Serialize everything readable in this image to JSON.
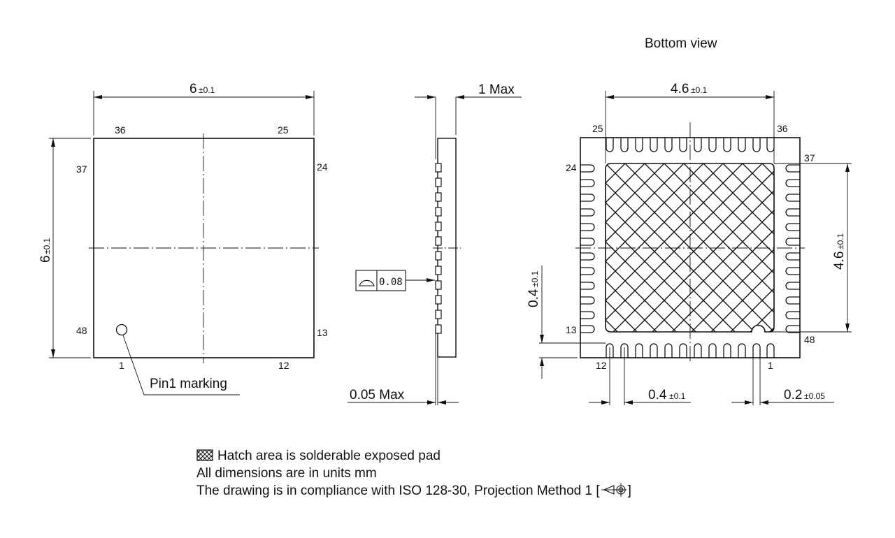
{
  "front_view": {
    "width_dim": {
      "value": "6",
      "tol": "±0.1"
    },
    "height_dim": {
      "value": "6",
      "tol": "±0.1"
    },
    "pin_labels": {
      "top_left": "36",
      "top_right": "25",
      "left_top": "37",
      "right_top": "24",
      "left_bottom": "48",
      "right_bottom": "13",
      "bottom_left": "1",
      "bottom_right": "12"
    },
    "pin1_callout": "Pin1 marking"
  },
  "side_view": {
    "thickness_dim": "1 Max",
    "standoff_dim": "0.05 Max",
    "pad_count": 12,
    "coplanarity_frame": {
      "symbol": "profile-of-surface",
      "value": "0.08"
    }
  },
  "bottom_view": {
    "title": "Bottom view",
    "width_dim": {
      "value": "4.6",
      "tol": "±0.1"
    },
    "height_dim": {
      "value": "4.6",
      "tol": "±0.1"
    },
    "pad_length_dim": {
      "value": "0.4",
      "tol": "±0.1"
    },
    "pitch_dim": {
      "value": "0.4",
      "tol": "±0.1"
    },
    "pad_width_dim": {
      "value": "0.2",
      "tol": "±0.05"
    },
    "pin_labels": {
      "top_left": "25",
      "top_right": "36",
      "left_top": "24",
      "right_top": "37",
      "left_bottom": "13",
      "right_bottom": "48",
      "bottom_left": "12",
      "bottom_right": "1"
    },
    "pads_per_side": 12
  },
  "notes": {
    "line1": "Hatch area is solderable exposed pad",
    "line2": "All dimensions are in units mm",
    "line3_prefix": "The drawing is in compliance with ISO 128-30, Projection Method 1 [",
    "line3_suffix": "]"
  }
}
